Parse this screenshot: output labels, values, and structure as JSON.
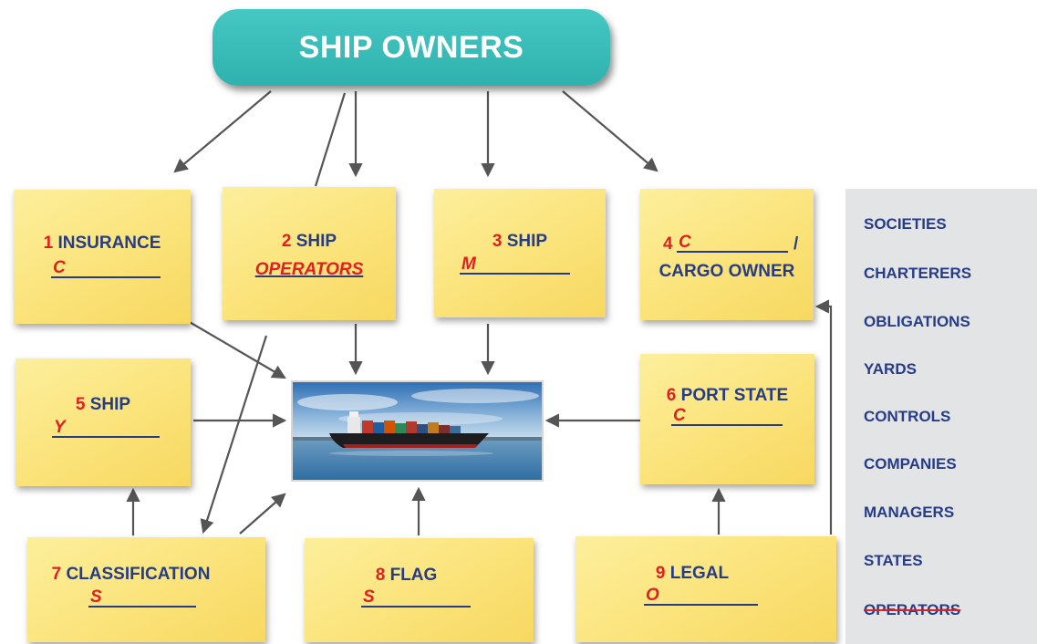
{
  "header": {
    "title": "SHIP OWNERS"
  },
  "notes": [
    {
      "num": "1",
      "label": "INSURANCE",
      "letter": "C"
    },
    {
      "num": "2",
      "label": "SHIP",
      "answer": "OPERATORS"
    },
    {
      "num": "3",
      "label": "SHIP",
      "letter": "M"
    },
    {
      "num": "4",
      "letter": "C",
      "slash": "/",
      "line2": "CARGO OWNER"
    },
    {
      "num": "5",
      "label": "SHIP",
      "letter": "Y"
    },
    {
      "num": "6",
      "label": "PORT STATE",
      "letter": "C"
    },
    {
      "num": "7",
      "label": "CLASSIFICATION",
      "letter": "S"
    },
    {
      "num": "8",
      "label": "FLAG",
      "letter": "S"
    },
    {
      "num": "9",
      "label": "LEGAL",
      "letter": "O"
    }
  ],
  "word_bank": [
    "SOCIETIES",
    "CHARTERERS",
    "OBLIGATIONS",
    "YARDS",
    "CONTROLS",
    "COMPANIES",
    "MANAGERS",
    "STATES",
    "OPERATORS"
  ],
  "colors": {
    "teal": "#3fc1bd",
    "note_yellow": "#fbe37a",
    "navy_text": "#263c86",
    "red": "#e02020",
    "panel_grey": "#e3e4e5"
  }
}
